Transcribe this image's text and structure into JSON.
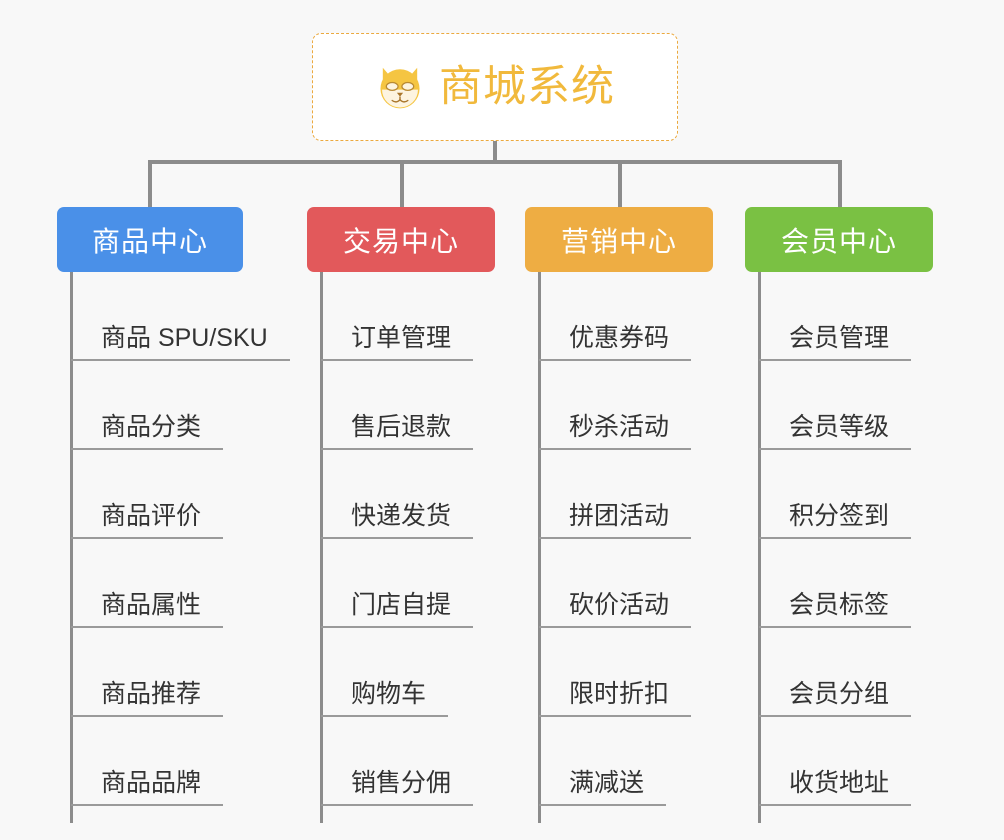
{
  "background_color": "#f8f8f8",
  "root": {
    "label": "商城系统",
    "icon": "shiba-dog-face-icon",
    "text_color": "#f1b93c",
    "border_color": "#eba93f",
    "background_color": "#ffffff"
  },
  "connector_color": "#8c8c8c",
  "categories": [
    {
      "label": "商品中心",
      "color": "#4a90e8",
      "items": [
        "商品 SPU/SKU",
        "商品分类",
        "商品评价",
        "商品属性",
        "商品推荐",
        "商品品牌"
      ]
    },
    {
      "label": "交易中心",
      "color": "#e2595b",
      "items": [
        "订单管理",
        "售后退款",
        "快递发货",
        "门店自提",
        "购物车",
        "销售分佣"
      ]
    },
    {
      "label": "营销中心",
      "color": "#eead43",
      "items": [
        "优惠券码",
        "秒杀活动",
        "拼团活动",
        "砍价活动",
        "限时折扣",
        "满减送"
      ]
    },
    {
      "label": "会员中心",
      "color": "#7ac143",
      "items": [
        "会员管理",
        "会员等级",
        "积分签到",
        "会员标签",
        "会员分组",
        "收货地址"
      ]
    }
  ]
}
